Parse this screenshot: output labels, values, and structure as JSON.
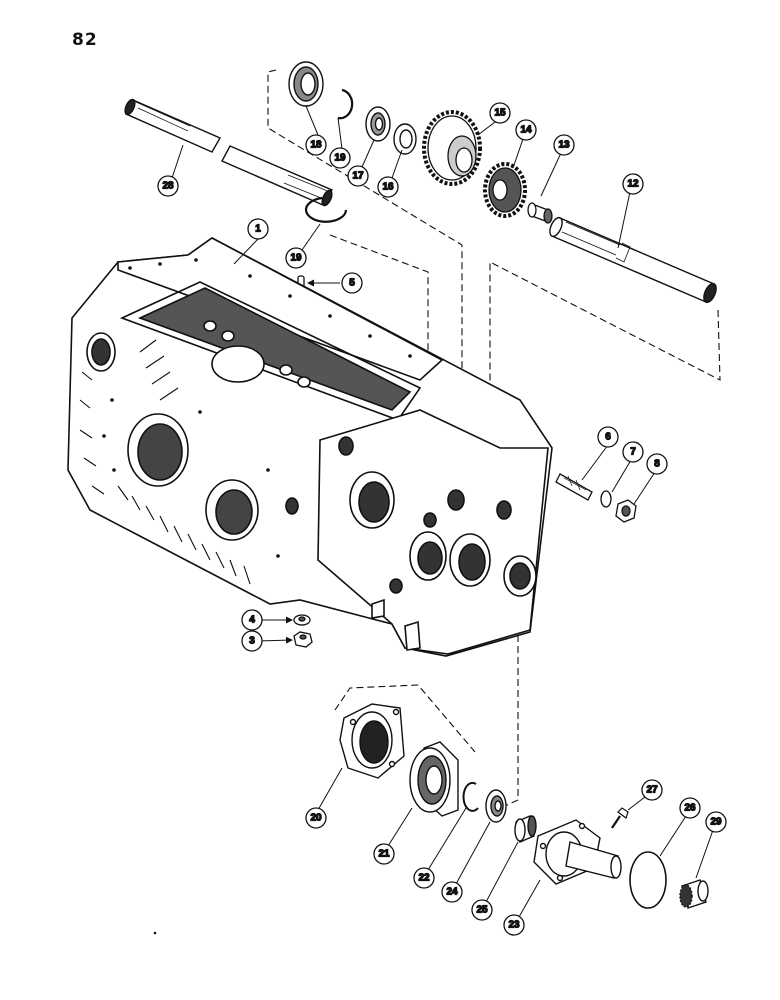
{
  "page_number": "82",
  "callouts": [
    {
      "id": "c1",
      "label": "1"
    },
    {
      "id": "c3",
      "label": "3"
    },
    {
      "id": "c4",
      "label": "4"
    },
    {
      "id": "c5",
      "label": "5"
    },
    {
      "id": "c6",
      "label": "6"
    },
    {
      "id": "c7",
      "label": "7"
    },
    {
      "id": "c8",
      "label": "8"
    },
    {
      "id": "c12",
      "label": "12"
    },
    {
      "id": "c13",
      "label": "13"
    },
    {
      "id": "c14",
      "label": "14"
    },
    {
      "id": "c15",
      "label": "15"
    },
    {
      "id": "c16",
      "label": "16"
    },
    {
      "id": "c17",
      "label": "17"
    },
    {
      "id": "c18",
      "label": "18"
    },
    {
      "id": "c19a",
      "label": "19"
    },
    {
      "id": "c19b",
      "label": "19"
    },
    {
      "id": "c20",
      "label": "20"
    },
    {
      "id": "c21",
      "label": "21"
    },
    {
      "id": "c22",
      "label": "22"
    },
    {
      "id": "c23",
      "label": "23"
    },
    {
      "id": "c24",
      "label": "24"
    },
    {
      "id": "c25",
      "label": "25"
    },
    {
      "id": "c26",
      "label": "26"
    },
    {
      "id": "c27",
      "label": "27"
    },
    {
      "id": "c28",
      "label": "28"
    },
    {
      "id": "c29",
      "label": "29"
    }
  ]
}
